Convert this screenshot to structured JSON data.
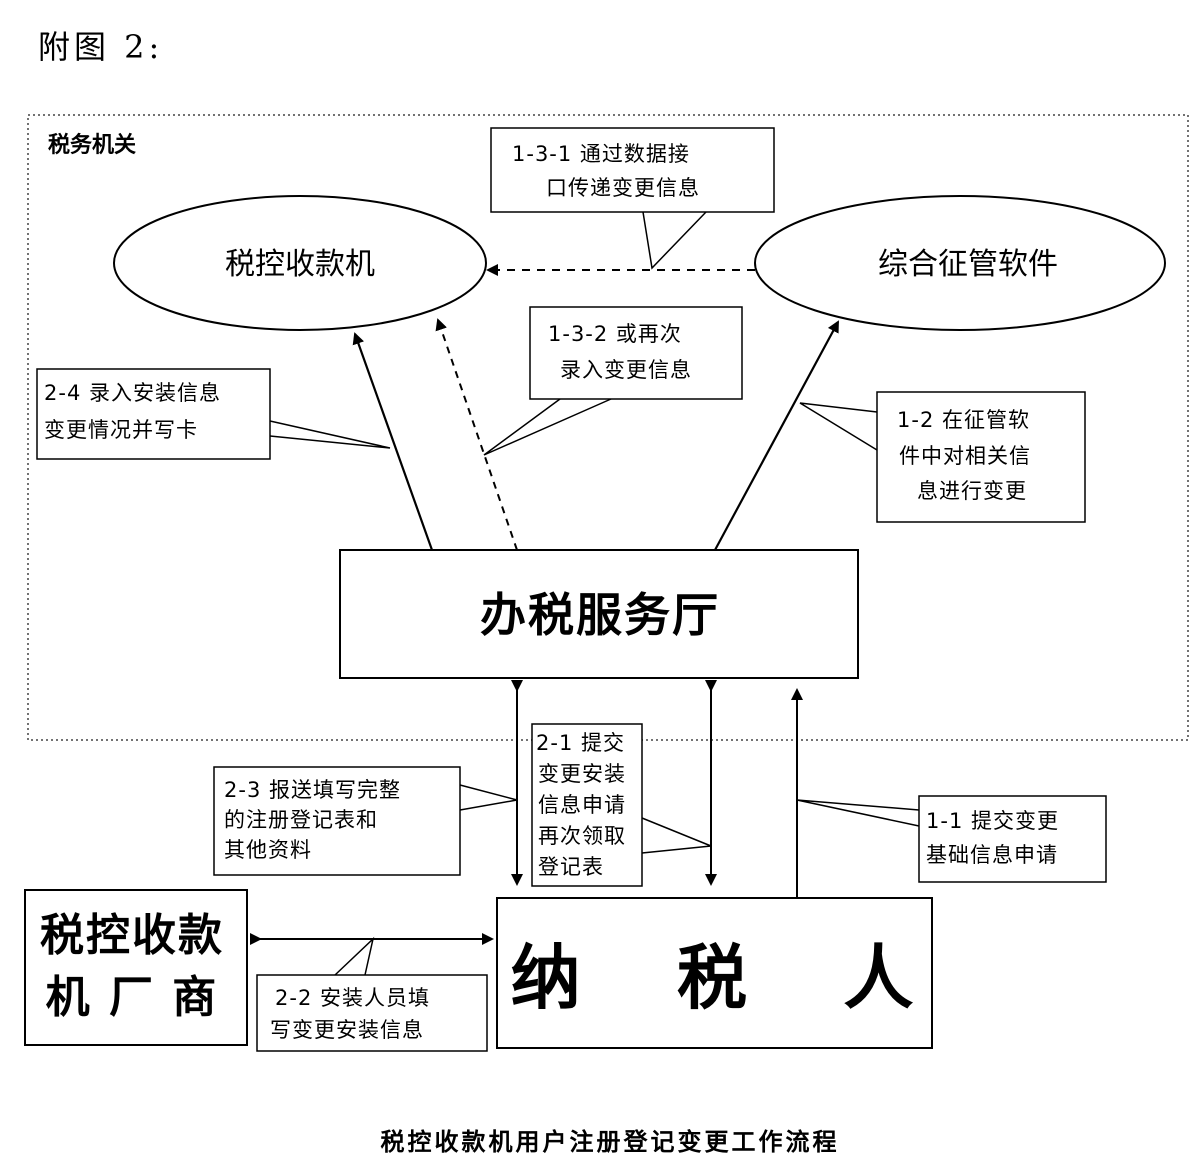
{
  "heading": "附图 2:",
  "region_label": "税务机关",
  "nodes": {
    "pos_machine": "税控收款机",
    "admin_software": "综合征管软件",
    "service_hall": "办税服务厅",
    "taxpayer": "纳 税 人",
    "vendor_line1": "税控收款",
    "vendor_line2": "机 厂 商"
  },
  "callouts": {
    "c_1_3_1": {
      "line1": "1-3-1  通过数据接",
      "line2": "口传递变更信息"
    },
    "c_1_3_2": {
      "line1": "1-3-2  或再次",
      "line2": "录入变更信息"
    },
    "c_2_4": {
      "line1": "2-4  录入安装信息",
      "line2": "变更情况并写卡"
    },
    "c_1_2": {
      "line1": "1-2  在征管软",
      "line2": "件中对相关信",
      "line3": "息进行变更"
    },
    "c_2_1": {
      "line1": "2-1  提交",
      "line2": "变更安装",
      "line3": "信息申请",
      "line4": "再次领取",
      "line5": "登记表"
    },
    "c_2_3": {
      "line1": "2-3  报送填写完整",
      "line2": "的注册登记表和",
      "line3": "其他资料"
    },
    "c_1_1": {
      "line1": "1-1  提交变更",
      "line2": "基础信息申请"
    },
    "c_2_2": {
      "line1": "2-2  安装人员填",
      "line2": "写变更安装信息"
    }
  },
  "caption": "税控收款机用户注册登记变更工作流程"
}
